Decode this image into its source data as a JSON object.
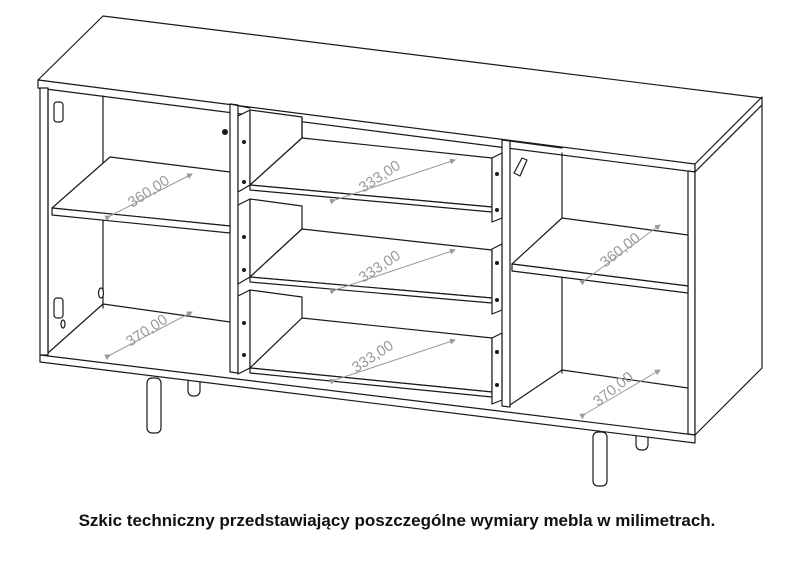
{
  "caption": "Szkic techniczny przedstawiający poszczególne wymiary mebla w milimetrach.",
  "dimensions": {
    "left_upper_shelf": "360,00",
    "left_bottom": "370,00",
    "drawer_top": "333,00",
    "drawer_middle": "333,00",
    "drawer_bottom": "333,00",
    "right_upper_shelf": "360,00",
    "right_bottom": "370,00"
  }
}
